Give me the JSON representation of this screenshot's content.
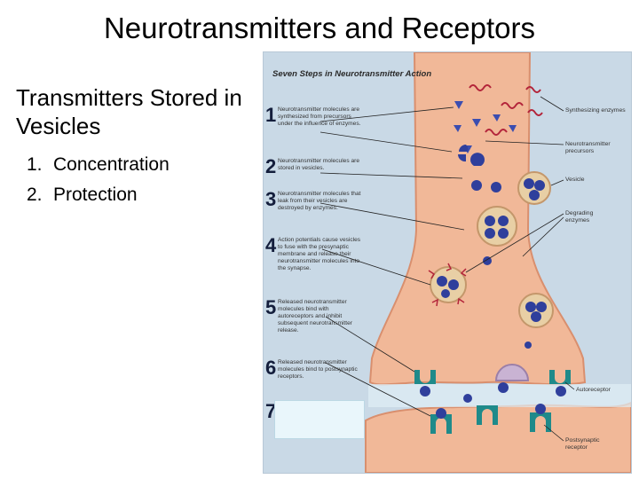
{
  "slide": {
    "title": "Neurotransmitters and Receptors",
    "heading": "Transmitters Stored in Vesicles",
    "items": [
      {
        "num": "1.",
        "text": "Concentration"
      },
      {
        "num": "2.",
        "text": "Protection"
      }
    ]
  },
  "figure": {
    "title": "Seven Steps in Neurotransmitter Action",
    "steps": [
      {
        "num": "1",
        "text": "Neurotransmitter molecules are synthesized from precursors under the influence of enzymes."
      },
      {
        "num": "2",
        "text": "Neurotransmitter molecules are stored in vesicles."
      },
      {
        "num": "3",
        "text": "Neurotransmitter molecules that leak from their vesicles are destroyed by enzymes."
      },
      {
        "num": "4",
        "text": "Action potentials cause vesicles to fuse with the presynaptic membrane and release their neurotransmitter molecules into the synapse."
      },
      {
        "num": "5",
        "text": "Released neurotransmitter molecules bind with autoreceptors and inhibit subsequent neurotransmitter release."
      },
      {
        "num": "6",
        "text": "Released neurotransmitter molecules bind to postsynaptic receptors."
      },
      {
        "num": "7",
        "text": ""
      }
    ],
    "labels": {
      "synthesizing_enzymes": "Synthesizing enzymes",
      "precursors": "Neurotransmitter precursors",
      "vesicle": "Vesicle",
      "degrading_enzymes": "Degrading enzymes",
      "autoreceptor": "Autoreceptor",
      "postsynaptic_receptor": "Postsynaptic receptor"
    }
  },
  "colors": {
    "background": "#c9d9e6",
    "terminal": "#f1b898",
    "vesicle": "#e8cfa5",
    "molecule": "#2f3f9c",
    "receptor": "#1f8a8a",
    "enzyme": "#b3243a"
  }
}
